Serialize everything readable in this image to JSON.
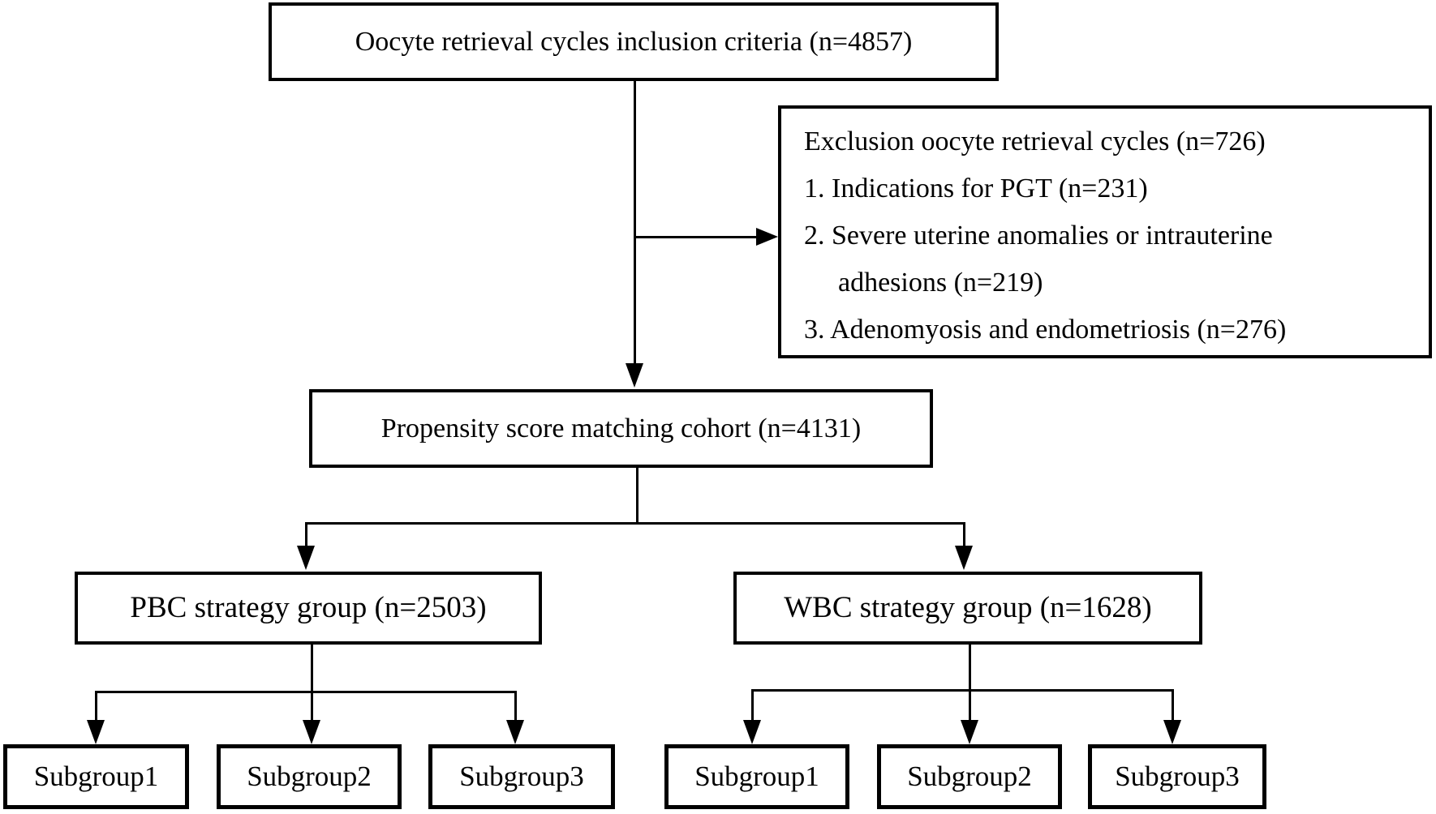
{
  "colors": {
    "line": "#000000",
    "text": "#000000",
    "background": "#ffffff"
  },
  "diagram": {
    "top_box": {
      "label": "Oocyte retrieval cycles inclusion criteria (n=4857)"
    },
    "exclusion_box": {
      "lines": [
        "Exclusion oocyte retrieval cycles (n=726)",
        "1. Indications for PGT (n=231)",
        "2. Severe uterine anomalies or intrauterine",
        "adhesions (n=219)",
        "3. Adenomyosis and endometriosis (n=276)"
      ]
    },
    "propensity_box": {
      "label": "Propensity score matching cohort (n=4131)"
    },
    "pbc_box": {
      "label": "PBC strategy group (n=2503)"
    },
    "wbc_box": {
      "label": "WBC strategy group (n=1628)"
    },
    "pbc_subgroups": [
      "Subgroup1",
      "Subgroup2",
      "Subgroup3"
    ],
    "wbc_subgroups": [
      "Subgroup1",
      "Subgroup2",
      "Subgroup3"
    ]
  }
}
